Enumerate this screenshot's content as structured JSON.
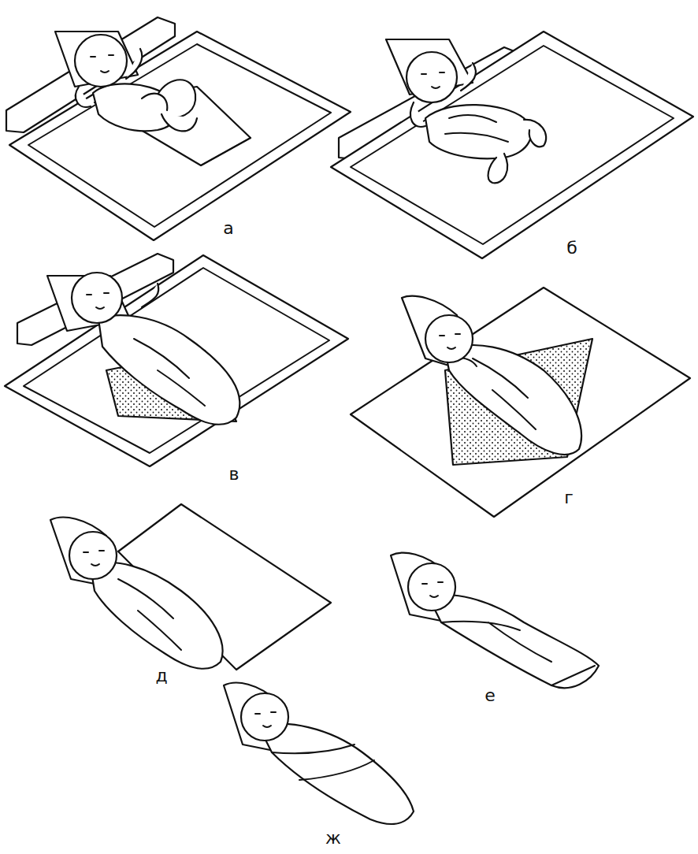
{
  "diagram": {
    "labels": [
      "а",
      "б",
      "в",
      "г",
      "д",
      "е",
      "ж"
    ]
  }
}
